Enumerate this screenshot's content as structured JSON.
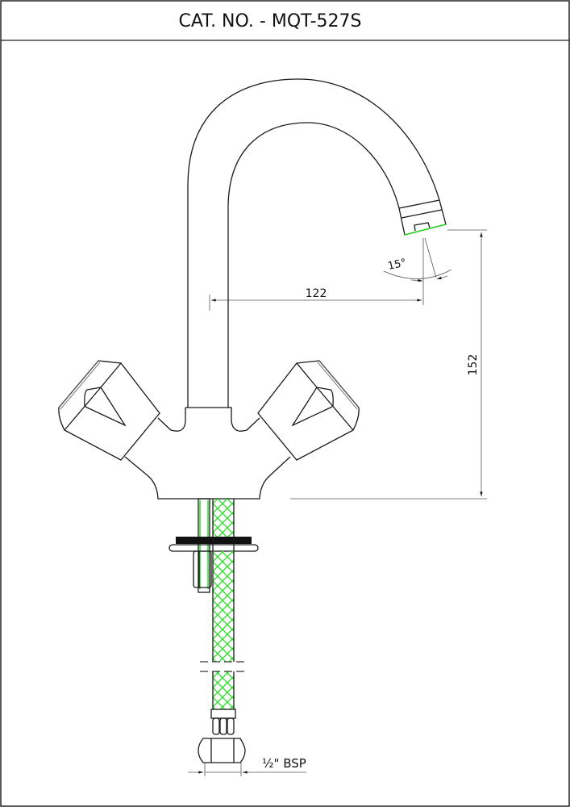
{
  "header": {
    "title": "CAT. NO. - MQT-527S"
  },
  "dimensions": {
    "reach": "122",
    "height": "152",
    "spout_angle": "15°",
    "inlet": "½\" BSP"
  },
  "colors": {
    "line": "#1a1a1a",
    "hose_braid": "#22dd22",
    "washer": "#111111"
  }
}
